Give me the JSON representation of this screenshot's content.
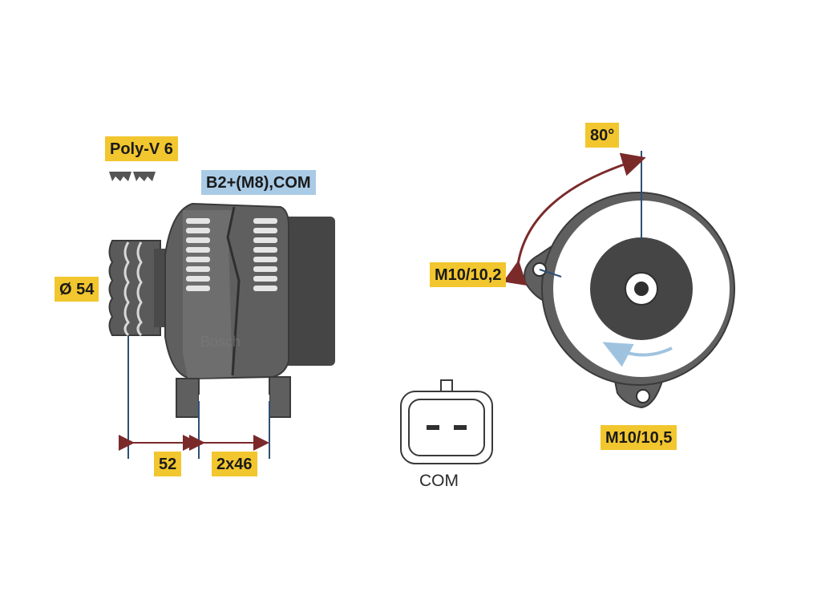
{
  "labels": {
    "belt": "Poly-V 6",
    "terminal": "B2+(M8),COM",
    "pulley_diameter": "Ø 54",
    "dim_pulley_to_mount": "52",
    "dim_mount_spacing": "2x46",
    "angle": "80°",
    "mount_upper": "M10/10,2",
    "mount_lower": "M10/10,5",
    "connector": "COM"
  },
  "watermark": "Bosch",
  "colors": {
    "label_yellow": "#f2c62e",
    "label_blue": "#a9cbe6",
    "body_gray": "#5f5f5f",
    "dark_gray": "#454545",
    "dimension_line": "#7b2a2a",
    "axis_line": "#2f4f73",
    "rotation_arrow": "#9fc3df"
  }
}
